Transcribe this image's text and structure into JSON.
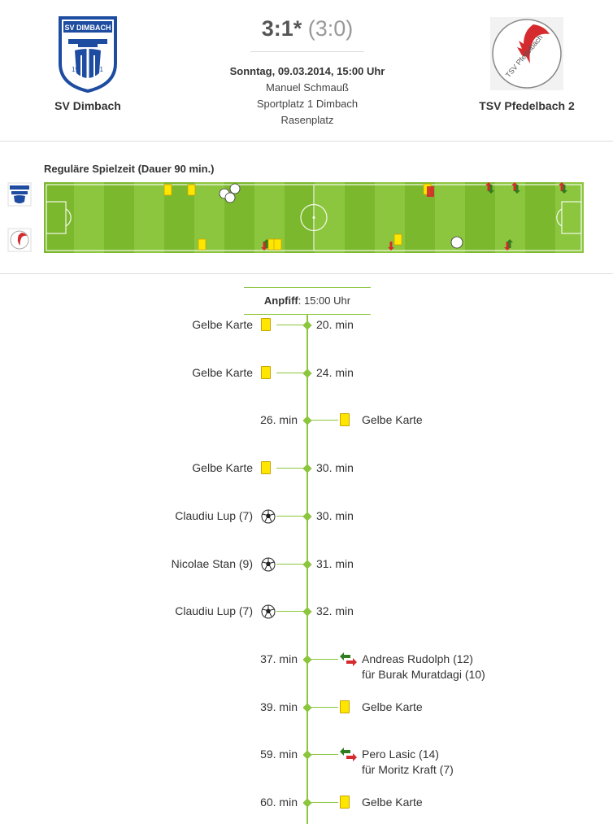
{
  "match": {
    "score": "3:1*",
    "halftime": "(3:0)",
    "date": "Sonntag, 09.03.2014, 15:00 Uhr",
    "referee": "Manuel Schmauß",
    "venue": "Sportplatz 1 Dimbach",
    "surface": "Rasenplatz"
  },
  "home": {
    "name": "SV Dimbach",
    "logo_text": "SV DIMBACH",
    "logo_year_left": "19",
    "logo_year_right": "31",
    "color": "#1e4ca0"
  },
  "away": {
    "name": "TSV Pfedelbach 2",
    "logo_text": "TSV Pfedelbach",
    "color": "#d52b2f"
  },
  "field": {
    "title": "Reguläre Spielzeit (Dauer 90 min.)",
    "pitch_color_light": "#8cc63e",
    "pitch_color_dark": "#7cb82e"
  },
  "timeline": {
    "kickoff_label": "Anpfiff",
    "kickoff_time": ": 15:00 Uhr",
    "events": [
      {
        "side": "left",
        "type": "yellow-card",
        "text": "Gelbe Karte",
        "minute": "20. min"
      },
      {
        "side": "left",
        "type": "yellow-card",
        "text": "Gelbe Karte",
        "minute": "24. min"
      },
      {
        "side": "right",
        "type": "yellow-card",
        "text": "Gelbe Karte",
        "minute": "26. min"
      },
      {
        "side": "left",
        "type": "yellow-card",
        "text": "Gelbe Karte",
        "minute": "30. min"
      },
      {
        "side": "left",
        "type": "goal",
        "text": "Claudiu Lup (7)",
        "minute": "30. min"
      },
      {
        "side": "left",
        "type": "goal",
        "text": "Nicolae Stan (9)",
        "minute": "31. min"
      },
      {
        "side": "left",
        "type": "goal",
        "text": "Claudiu Lup (7)",
        "minute": "32. min"
      },
      {
        "side": "right",
        "type": "substitution",
        "text": "Andreas Rudolph (12)",
        "text2": "für Burak Muratdagi (10)",
        "minute": "37. min"
      },
      {
        "side": "right",
        "type": "yellow-card",
        "text": "Gelbe Karte",
        "minute": "39. min"
      },
      {
        "side": "right",
        "type": "substitution",
        "text": "Pero Lasic (14)",
        "text2": "für Moritz Kraft (7)",
        "minute": "59. min"
      },
      {
        "side": "right",
        "type": "yellow-card",
        "text": "Gelbe Karte",
        "minute": "60. min"
      }
    ]
  }
}
